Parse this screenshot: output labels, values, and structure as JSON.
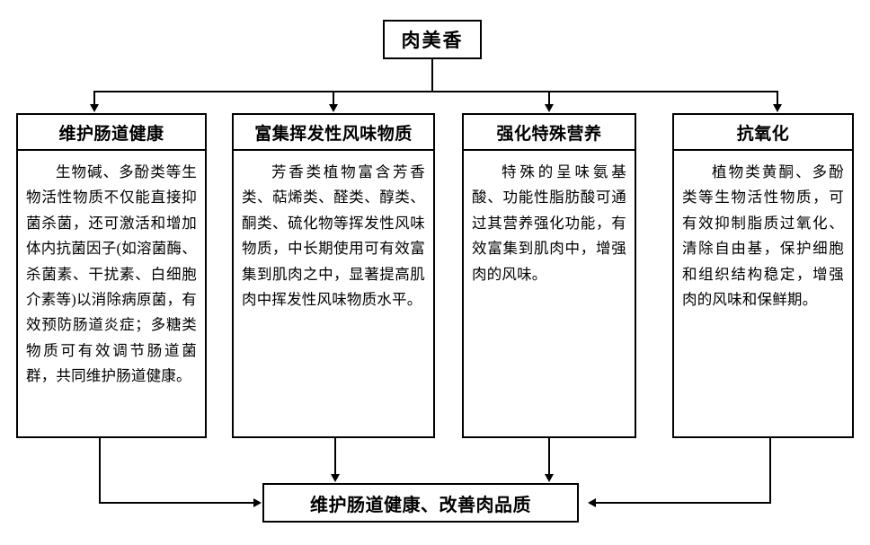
{
  "diagram": {
    "root": {
      "label": "肉美香"
    },
    "branches": [
      {
        "header": "维护肠道健康",
        "body": "生物碱、多酚类等生物活性物质不仅能直接抑菌杀菌，还可激活和增加体内抗菌因子(如溶菌酶、杀菌素、干扰素、白细胞介素等)以消除病原菌，有效预防肠道炎症；多糖类物质可有效调节肠道菌群，共同维护肠道健康。"
      },
      {
        "header": "富集挥发性风味物质",
        "body": "芳香类植物富含芳香类、萜烯类、醛类、醇类、酮类、硫化物等挥发性风味物质，中长期使用可有效富集到肌肉之中，显著提高肌肉中挥发性风味物质水平。"
      },
      {
        "header": "强化特殊营养",
        "body": "特殊的呈味氨基酸、功能性脂肪酸可通过其营养强化功能，有效富集到肌肉中，增强肉的风味。"
      },
      {
        "header": "抗氧化",
        "body": "植物类黄酮、多酚类等生物活性物质，可有效抑制脂质过氧化、清除自由基，保护细胞和组织结构稳定，增强肉的风味和保鲜期。"
      }
    ],
    "result": {
      "label": "维护肠道健康、改善肉品质"
    }
  }
}
